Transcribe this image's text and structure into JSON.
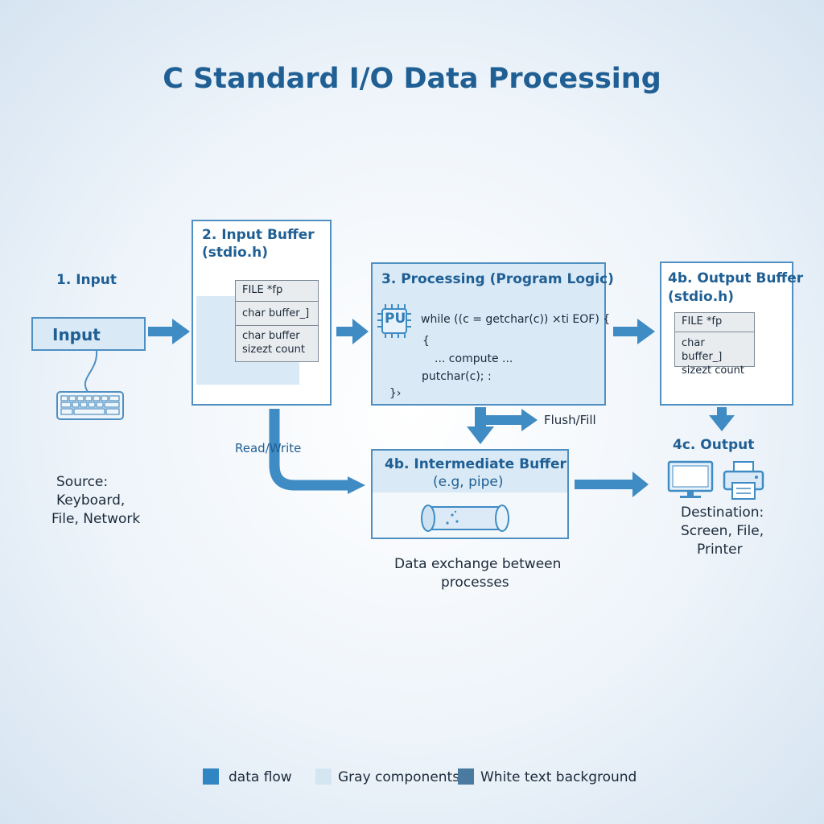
{
  "title": "C Standard I/O Data Processing",
  "input_section": {
    "heading": "1. Input",
    "box_label": "Input",
    "source_lines": [
      "Source:",
      "Keyboard,",
      "File, Network"
    ]
  },
  "input_buffer": {
    "heading_line1": "2. Input Buffer",
    "heading_line2": "(stdio.h)",
    "fields": [
      "FILE *fp",
      "char buffer_]",
      "char buffer\nsizezt count"
    ]
  },
  "processing": {
    "heading": "3. Processing (Program Logic)",
    "chip_label": "PU",
    "code_lines": [
      "while ((c = getchar(c)) ×ti EOF) {",
      "{",
      "... compute ...",
      "putchar(c); :",
      "}›"
    ]
  },
  "output_buffer": {
    "heading_line1": "4b. Output Buffer",
    "heading_line2": "(stdio.h)",
    "fields": [
      "FILE *fp",
      "char buffer_]\nsizezt count"
    ]
  },
  "intermediate": {
    "heading": "4b. Intermediate Buffer",
    "subheading": "(e.g, pipe)",
    "caption_lines": [
      "Data exchange between",
      "processes"
    ]
  },
  "output_section": {
    "heading": "4c. Output",
    "dest_lines": [
      "Destination:",
      "Screen, File,",
      "Printer"
    ]
  },
  "labels": {
    "read_write": "Read/Write",
    "flush_fill": "Flush/Fill"
  },
  "icons": {
    "keyboard": "keyboard-icon",
    "cpu": "cpu-chip-icon",
    "pipe": "pipe-icon",
    "monitor": "monitor-icon",
    "printer": "printer-icon"
  },
  "colors": {
    "flow": "#3f8bc4",
    "border": "#4f8fc2",
    "heading": "#1f5f94",
    "tint": "#d9e9f6",
    "dark_swatch": "#4a7aa0"
  },
  "legend": [
    {
      "label": "data flow",
      "color": "#2f86c2"
    },
    {
      "label": "Gray components",
      "color": "#d5e6f3"
    },
    {
      "label": "White text background",
      "color": "#4a7aa0"
    }
  ]
}
